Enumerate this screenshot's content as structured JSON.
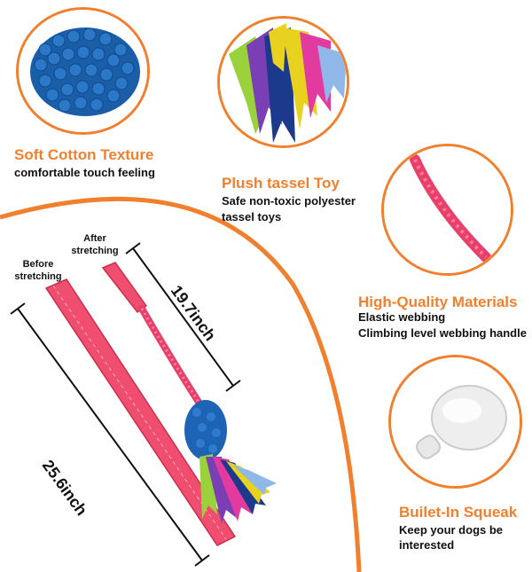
{
  "colors": {
    "accent": "#f0802e",
    "toy_pink": "#f0506e",
    "fleece_blue": "#1e64b4"
  },
  "features": [
    {
      "title": "Soft Cotton Texture",
      "lines": [
        "comfortable touch feeling"
      ]
    },
    {
      "title": "Plush tassel Toy",
      "lines": [
        "Safe non-toxic polyester",
        "tassel toys"
      ]
    },
    {
      "title": "High-Quality Materials",
      "lines": [
        "Elastic webbing",
        "Climbing level webbing handle"
      ]
    },
    {
      "title": "Builet-In Squeak",
      "lines": [
        "Keep your dogs be",
        "interested"
      ]
    }
  ],
  "product": {
    "before_label": [
      "Before",
      "stretching"
    ],
    "after_label": [
      "After",
      "stretching"
    ],
    "length_before": "25.6inch",
    "length_after": "19.7inch"
  }
}
